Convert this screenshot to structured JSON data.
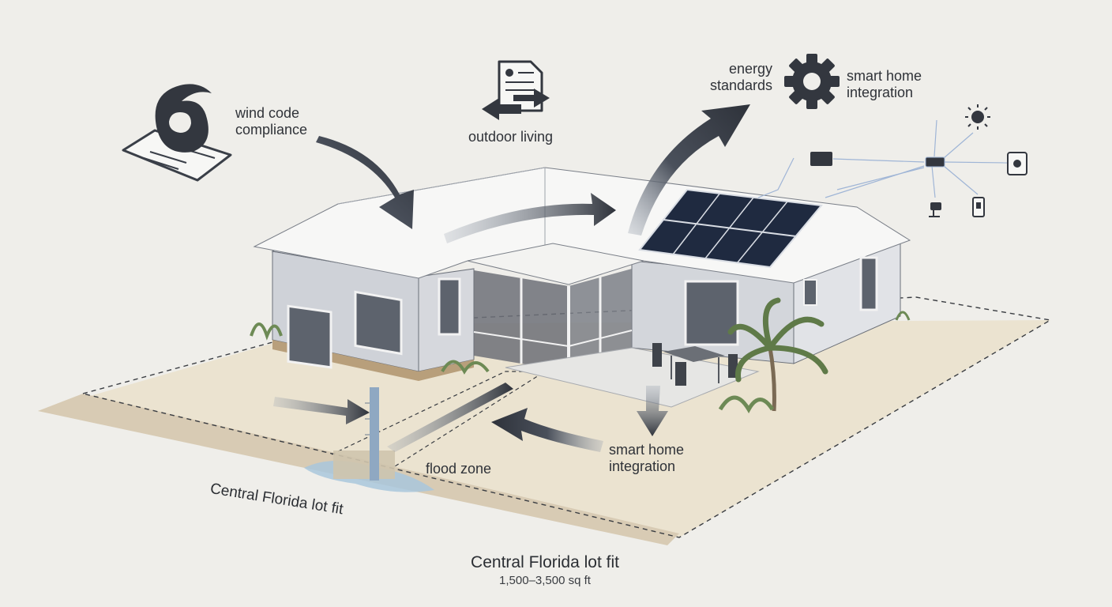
{
  "labels": {
    "wind": [
      "wind code",
      "compliance"
    ],
    "outdoor": "outdoor living",
    "energy": [
      "energy",
      "standards"
    ],
    "smart_top": [
      "smart home",
      "integration"
    ],
    "smart_bottom": [
      "smart home",
      "integration"
    ],
    "flood": "flood zone",
    "lot_diagonal": "Central Florida lot fit"
  },
  "caption": {
    "title": "Central Florida lot fit",
    "subtitle": "1,500–3,500 sq ft"
  },
  "icons": {
    "wind": "hurricane-on-document-icon",
    "outdoor": "document-with-arrows-icon",
    "smart": "gear-icon",
    "devices": [
      "thermostat-icon",
      "hub-icon",
      "sun-icon",
      "speaker-icon",
      "camera-icon",
      "switch-icon"
    ]
  },
  "colors": {
    "background": "#efeeea",
    "arrow": "#3a3f48",
    "solar_panel": "#1f2a40",
    "house_wall": "#cfd2d8",
    "roof": "#f7f7f6",
    "lot": "#ebe2cf",
    "water": "#a9c7dc",
    "network_line": "#9fb5d6"
  }
}
